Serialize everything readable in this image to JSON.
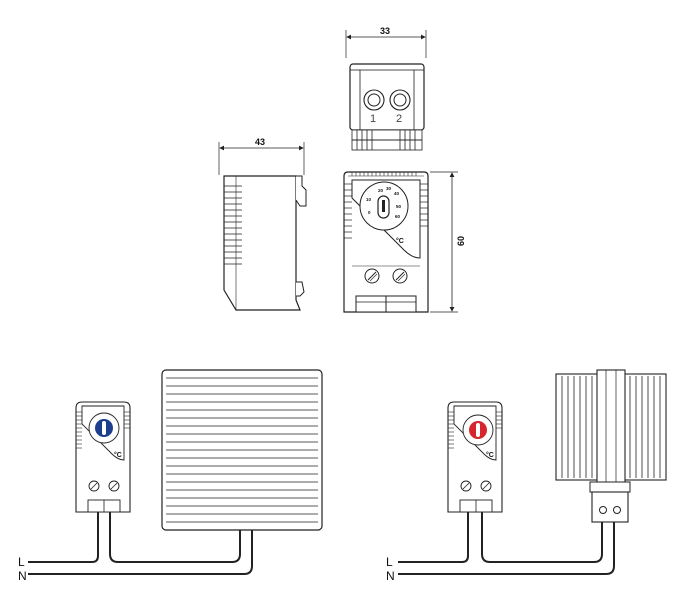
{
  "dimensions": {
    "top_width": "33",
    "side_depth": "43",
    "front_height": "60"
  },
  "terminals": [
    "1",
    "2"
  ],
  "dial": {
    "scale": [
      "20",
      "30",
      "40",
      "10",
      "50",
      "0",
      "60"
    ],
    "unit": "°C"
  },
  "wiring": {
    "line_label": "L",
    "neutral_label": "N"
  },
  "colors": {
    "blue_knob": "#1d3d8f",
    "red_knob": "#d7262b",
    "outline": "#222222"
  },
  "icons": [
    "screw-terminal-icon",
    "heatsink-fins-icon",
    "dial-knob-icon"
  ]
}
